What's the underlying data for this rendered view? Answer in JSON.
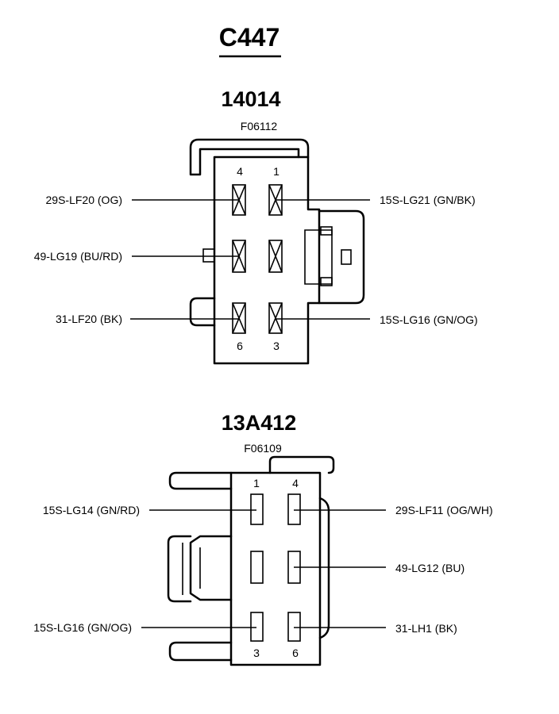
{
  "connector_id": "C447",
  "connector_a": {
    "part_number": "14014",
    "code": "F06112",
    "pin_labels": {
      "top_left": "4",
      "top_right": "1",
      "bottom_left": "6",
      "bottom_right": "3"
    },
    "wires": {
      "left_top": "29S-LF20 (OG)",
      "left_middle": "49-LG19 (BU/RD)",
      "left_bottom": "31-LF20 (BK)",
      "right_top": "15S-LG21 (GN/BK)",
      "right_bottom": "15S-LG16 (GN/OG)"
    }
  },
  "connector_b": {
    "part_number": "13A412",
    "code": "F06109",
    "pin_labels": {
      "top_left": "1",
      "top_right": "4",
      "bottom_left": "3",
      "bottom_right": "6"
    },
    "wires": {
      "left_top": "15S-LG14 (GN/RD)",
      "left_bottom": "15S-LG16 (GN/OG)",
      "right_top": "29S-LF11 (OG/WH)",
      "right_middle": "49-LG12 (BU)",
      "right_bottom": "31-LH1 (BK)"
    }
  }
}
